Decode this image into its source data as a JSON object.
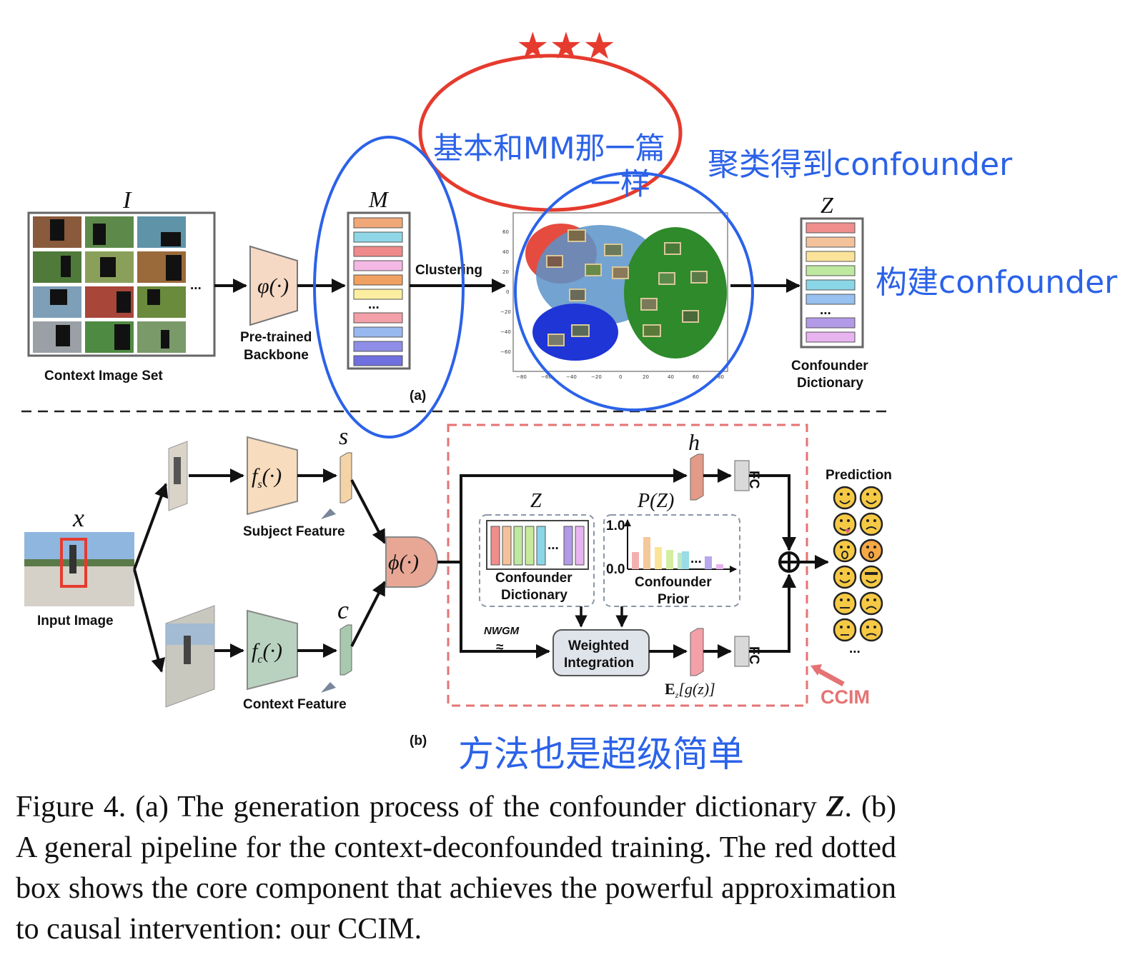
{
  "figure": {
    "panel_a": {
      "label": "(a)",
      "image_set_symbol": "I",
      "image_set_label": "Context Image Set",
      "ellipsis": "...",
      "backbone_fn": "φ(·)",
      "backbone_label_1": "Pre-trained",
      "backbone_label_2": "Backbone",
      "features_symbol": "M",
      "clustering_label": "Clustering",
      "dict_symbol": "Z",
      "dict_label_1": "Confounder",
      "dict_label_2": "Dictionary",
      "scatter_yticks": [
        "60",
        "40",
        "20",
        "0",
        "−20",
        "−40",
        "−60"
      ],
      "scatter_xticks": [
        "−80",
        "−60",
        "−40",
        "−20",
        "0",
        "20",
        "40",
        "60",
        "80"
      ]
    },
    "panel_b": {
      "label": "(b)",
      "input_symbol": "x",
      "input_label": "Input Image",
      "subject_fn": "f_s(·)",
      "subject_symbol": "s",
      "subject_label": "Subject Feature",
      "context_fn": "f_c(·)",
      "context_symbol": "c",
      "context_label": "Context Feature",
      "merge_fn": "ϕ(·)",
      "h_symbol": "h",
      "fc": "FC",
      "z_symbol": "Z",
      "pz_symbol": "P(Z)",
      "dict_label_1": "Confounder",
      "dict_label_2": "Dictionary",
      "prior_label_1": "Confounder",
      "prior_label_2": "Prior",
      "prior_y_top": "1.0",
      "prior_y_bottom": "0.0",
      "nwgm": "NWGM",
      "approx": "≈",
      "wi_label_1": "Weighted",
      "wi_label_2": "Integration",
      "expect": "E_z[g(z)]",
      "prediction": "Prediction",
      "ccim": "CCIM"
    },
    "annotations": {
      "stars": "★★★",
      "note_red_circle_1": "基本和MM那一篇",
      "note_red_circle_2": "一样",
      "note_cluster": "聚类得到confounder",
      "note_build": "构建confounder",
      "note_simple": "方法也是超级简单"
    },
    "colors": {
      "annotation_blue": "#2b62e8",
      "annotation_red": "#e53b2e",
      "ccim_red": "#e57373"
    },
    "caption": {
      "line1": "Figure 4. (a) The generation process of the confounder dictionary",
      "z": "Z",
      "rest": ". (b) A general pipeline for the context-deconfounded training. The red dotted box shows the core component that achieves the powerful approximation to causal intervention: our CCIM."
    }
  }
}
